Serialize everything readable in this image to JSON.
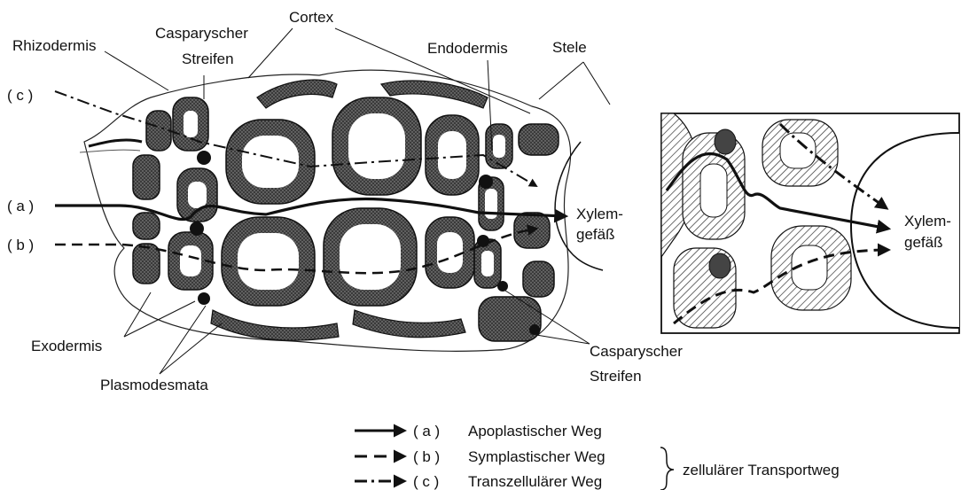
{
  "labels": {
    "rhizodermis": "Rhizodermis",
    "casparyscher_top_1": "Casparyscher",
    "casparyscher_top_2": "Streifen",
    "cortex": "Cortex",
    "endodermis": "Endodermis",
    "stele": "Stele",
    "exodermis": "Exodermis",
    "plasmodesmata": "Plasmodesmata",
    "casparyscher_bottom_1": "Casparyscher",
    "casparyscher_bottom_2": "Streifen",
    "xylem_1": "Xylem-",
    "xylem_2": "gefäß",
    "inset_xylem_1": "Xylem-",
    "inset_xylem_2": "gefäß"
  },
  "paths": {
    "a_marker": "( a )",
    "b_marker": "( b )",
    "c_marker": "( c )"
  },
  "legend": {
    "items": [
      {
        "marker": "( a )",
        "label": "Apoplastischer Weg",
        "style": "solid"
      },
      {
        "marker": "( b )",
        "label": "Symplastischer Weg",
        "style": "dashed"
      },
      {
        "marker": "( c )",
        "label": "Transzellulärer Weg",
        "style": "dash-dot"
      }
    ],
    "group_label": "zellulärer Transportweg"
  }
}
